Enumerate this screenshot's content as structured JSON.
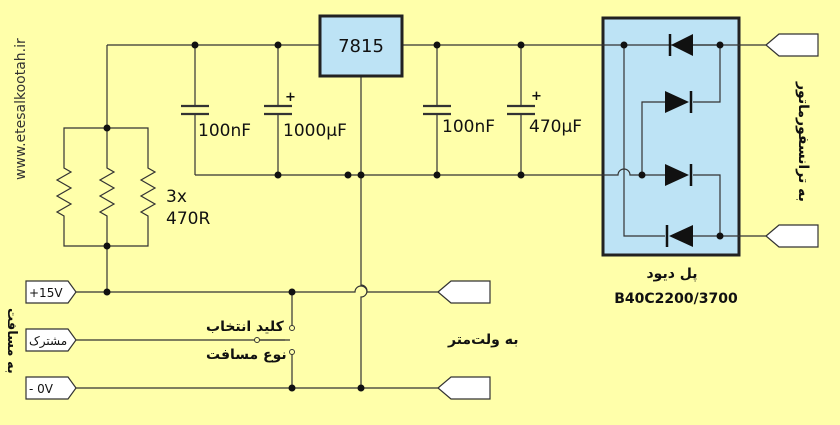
{
  "watermark": "www.etesalkootah.ir",
  "regulator": {
    "label": "7815"
  },
  "caps": {
    "c1": "100nF",
    "c2": "1000µF",
    "c3": "100nF",
    "c4": "470µF",
    "polarity": "+"
  },
  "resistors": {
    "count": "3x",
    "value": "470R"
  },
  "bridge": {
    "title": "پل دیود",
    "part": "B40C2200/3700"
  },
  "labels": {
    "to_transformer": "به ترانسفورماتور",
    "to_voltmeter": "به ولت‌متر",
    "to_distance": "به مسافت",
    "switch_line1": "کلید انتخاب",
    "switch_line2": "نوع مسافت"
  },
  "terminals": {
    "pos": "+15V",
    "common": "مشترک",
    "neg": "- 0V"
  },
  "colors": {
    "background": "#FFFFAA",
    "component_fill": "#BDE3F5",
    "wire": "#333333",
    "watermark": "#333333"
  }
}
